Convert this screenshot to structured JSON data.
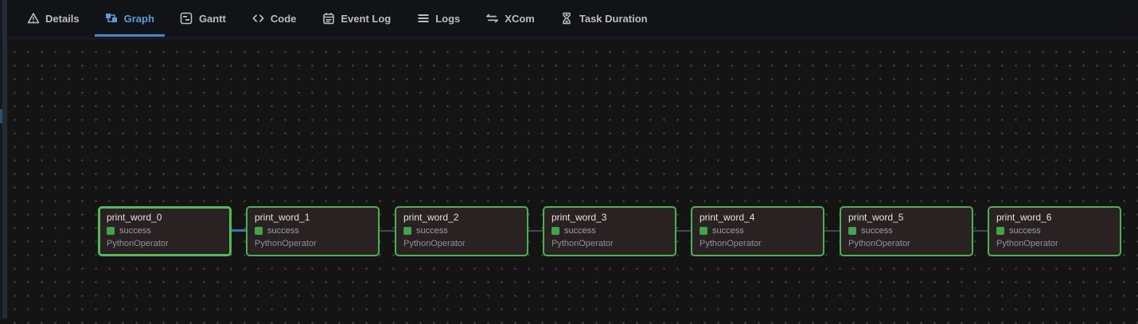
{
  "tabs": [
    {
      "label": "Details",
      "icon": "warning-triangle-icon",
      "active": false
    },
    {
      "label": "Graph",
      "icon": "graph-nodes-icon",
      "active": true
    },
    {
      "label": "Gantt",
      "icon": "gantt-chart-icon",
      "active": false
    },
    {
      "label": "Code",
      "icon": "code-brackets-icon",
      "active": false
    },
    {
      "label": "Event Log",
      "icon": "calendar-icon",
      "active": false
    },
    {
      "label": "Logs",
      "icon": "list-lines-icon",
      "active": false
    },
    {
      "label": "XCom",
      "icon": "swap-arrows-icon",
      "active": false
    },
    {
      "label": "Task Duration",
      "icon": "hourglass-icon",
      "active": false
    }
  ],
  "graph": {
    "nodes": [
      {
        "id": "print_word_0",
        "status": "success",
        "operator": "PythonOperator",
        "selected": true
      },
      {
        "id": "print_word_1",
        "status": "success",
        "operator": "PythonOperator",
        "selected": false
      },
      {
        "id": "print_word_2",
        "status": "success",
        "operator": "PythonOperator",
        "selected": false
      },
      {
        "id": "print_word_3",
        "status": "success",
        "operator": "PythonOperator",
        "selected": false
      },
      {
        "id": "print_word_4",
        "status": "success",
        "operator": "PythonOperator",
        "selected": false
      },
      {
        "id": "print_word_5",
        "status": "success",
        "operator": "PythonOperator",
        "selected": false
      },
      {
        "id": "print_word_6",
        "status": "success",
        "operator": "PythonOperator",
        "selected": false
      }
    ],
    "edges": [
      {
        "from": "print_word_0",
        "to": "print_word_1",
        "highlighted": true
      },
      {
        "from": "print_word_1",
        "to": "print_word_2",
        "highlighted": false
      },
      {
        "from": "print_word_2",
        "to": "print_word_3",
        "highlighted": false
      },
      {
        "from": "print_word_3",
        "to": "print_word_4",
        "highlighted": false
      },
      {
        "from": "print_word_4",
        "to": "print_word_5",
        "highlighted": false
      },
      {
        "from": "print_word_5",
        "to": "print_word_6",
        "highlighted": false
      }
    ]
  },
  "colors": {
    "accent_blue": "#4886c2",
    "active_tab_text": "#5b9bd8",
    "success_green": "#4caf50",
    "node_border_green": "#4db052",
    "node_fill": "#2a2122",
    "edge_highlight": "#3a75b2",
    "edge_default": "#3e4854",
    "canvas_bg": "#141414"
  }
}
